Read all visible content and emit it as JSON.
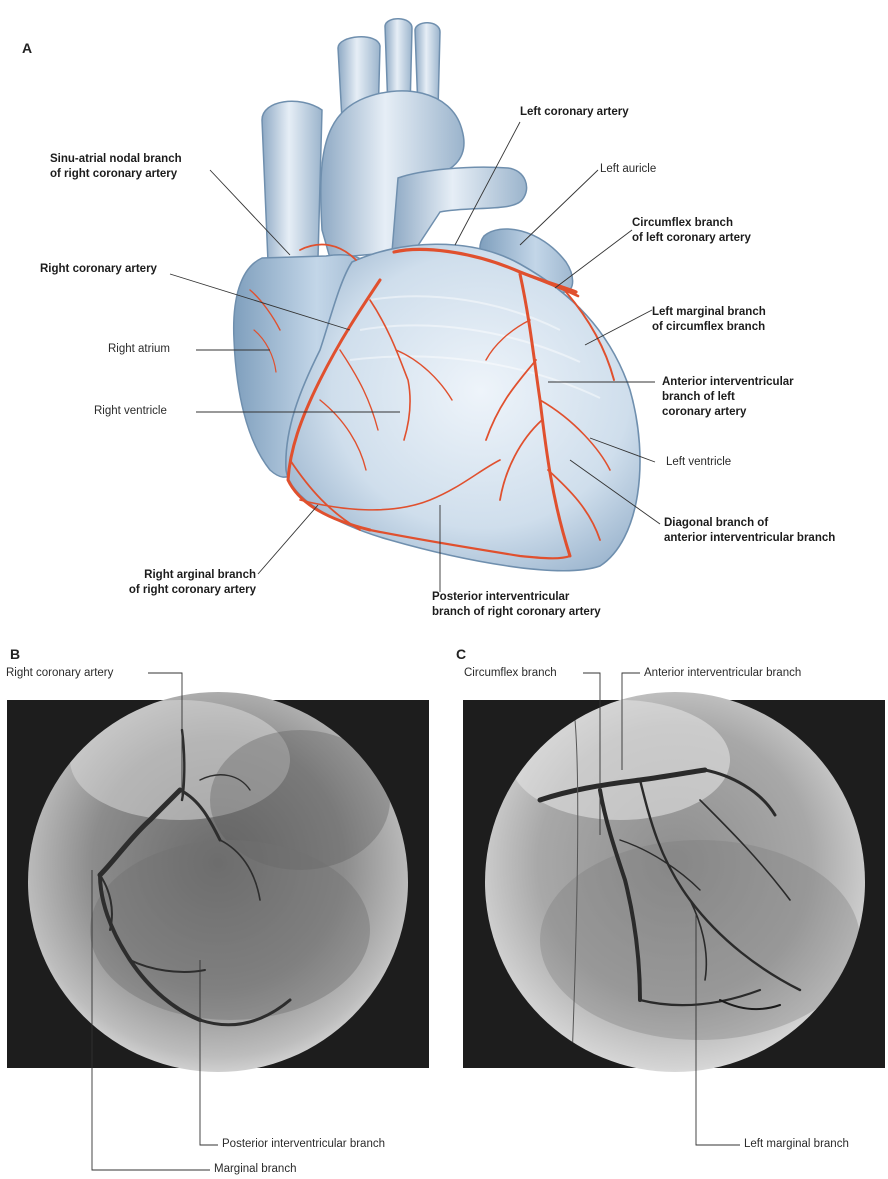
{
  "panels": {
    "a": {
      "letter": "A",
      "labels": {
        "left_coronary_artery": "Left coronary artery",
        "left_auricle": "Left auricle",
        "sinu_atrial": "Sinu-atrial nodal branch\nof right coronary artery",
        "circumflex": "Circumflex branch\nof left coronary artery",
        "right_coronary_artery": "Right coronary artery",
        "left_marginal": "Left marginal branch\nof circumflex branch",
        "right_atrium": "Right atrium",
        "anterior_interventricular": "Anterior interventricular\nbranch of left\ncoronary artery",
        "right_ventricle": "Right ventricle",
        "left_ventricle": "Left ventricle",
        "diagonal": "Diagonal branch of\nanterior interventricular branch",
        "right_marginal": "Right arginal branch\nof right coronary artery",
        "posterior_interventricular": "Posterior interventricular\nbranch of right coronary artery"
      }
    },
    "b": {
      "letter": "B",
      "labels": {
        "right_coronary_artery": "Right coronary artery",
        "posterior_interventricular": "Posterior interventricular branch",
        "marginal": "Marginal branch"
      }
    },
    "c": {
      "letter": "C",
      "labels": {
        "circumflex": "Circumflex branch",
        "anterior_interventricular": "Anterior interventricular branch",
        "left_marginal": "Left marginal branch"
      }
    }
  },
  "colors": {
    "heart_light": "#e3edf6",
    "heart_mid": "#b9cfe3",
    "heart_dark": "#7f9fbd",
    "artery": "#e0502e",
    "leader": "#333333",
    "xray_frame": "#1d1d1d"
  }
}
